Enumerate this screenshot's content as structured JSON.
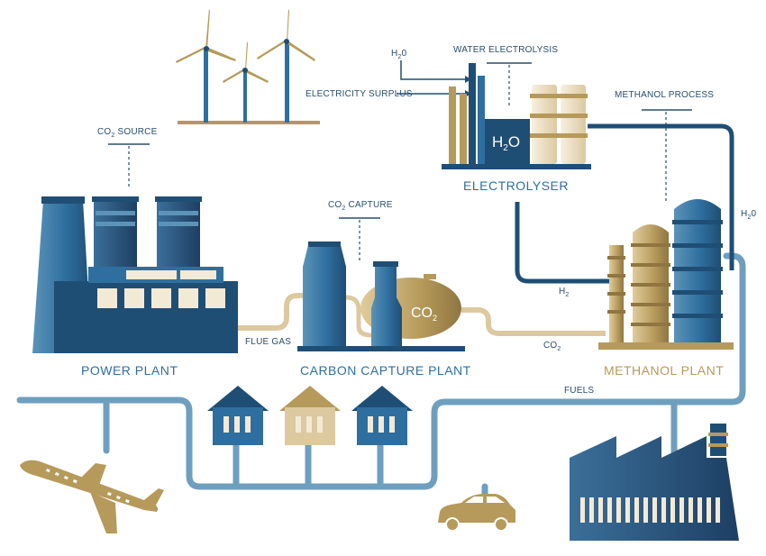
{
  "labels": {
    "h2o_in": "H",
    "h2o_in_sub": "2",
    "h2o_in_tail": "0",
    "water_electrolysis": "WATER ELECTROLYSIS",
    "electricity_surplus": "ELECTRICITY SURPLUS",
    "methanol_process": "METHANOL PROCESS",
    "co2_source": "CO",
    "co2_source_sub": "2",
    "co2_source_tail": " SOURCE",
    "co2_capture": "CO",
    "co2_capture_sub": "2",
    "co2_capture_tail": " CAPTURE",
    "electrolyser": "ELECTROLYSER",
    "h2o_tank": "H",
    "h2o_tank_sub": "2",
    "h2o_tank_tail": "O",
    "h2o_right": "H",
    "h2o_right_sub": "2",
    "h2o_right_tail": "0",
    "h2_pipe": "H",
    "h2_pipe_sub": "2",
    "flue_gas": "FLUE GAS",
    "co2_tank": "CO",
    "co2_tank_sub": "2",
    "co2_pipe": "CO",
    "co2_pipe_sub": "2",
    "fuels": "FUELS",
    "power_plant": "POWER PLANT",
    "carbon_capture_plant": "CARBON CAPTURE PLANT",
    "methanol_plant": "METHANOL PLANT"
  },
  "colors": {
    "navy": "#1f4e74",
    "blue": "#2f6f9f",
    "light_blue": "#5b94b8",
    "gold": "#b69a5b",
    "light_gold": "#dcc9a0",
    "cream": "#f3ead6"
  },
  "icons": [
    "wind-turbine-icon",
    "house-icon",
    "airplane-icon",
    "car-icon",
    "factory-icon"
  ]
}
